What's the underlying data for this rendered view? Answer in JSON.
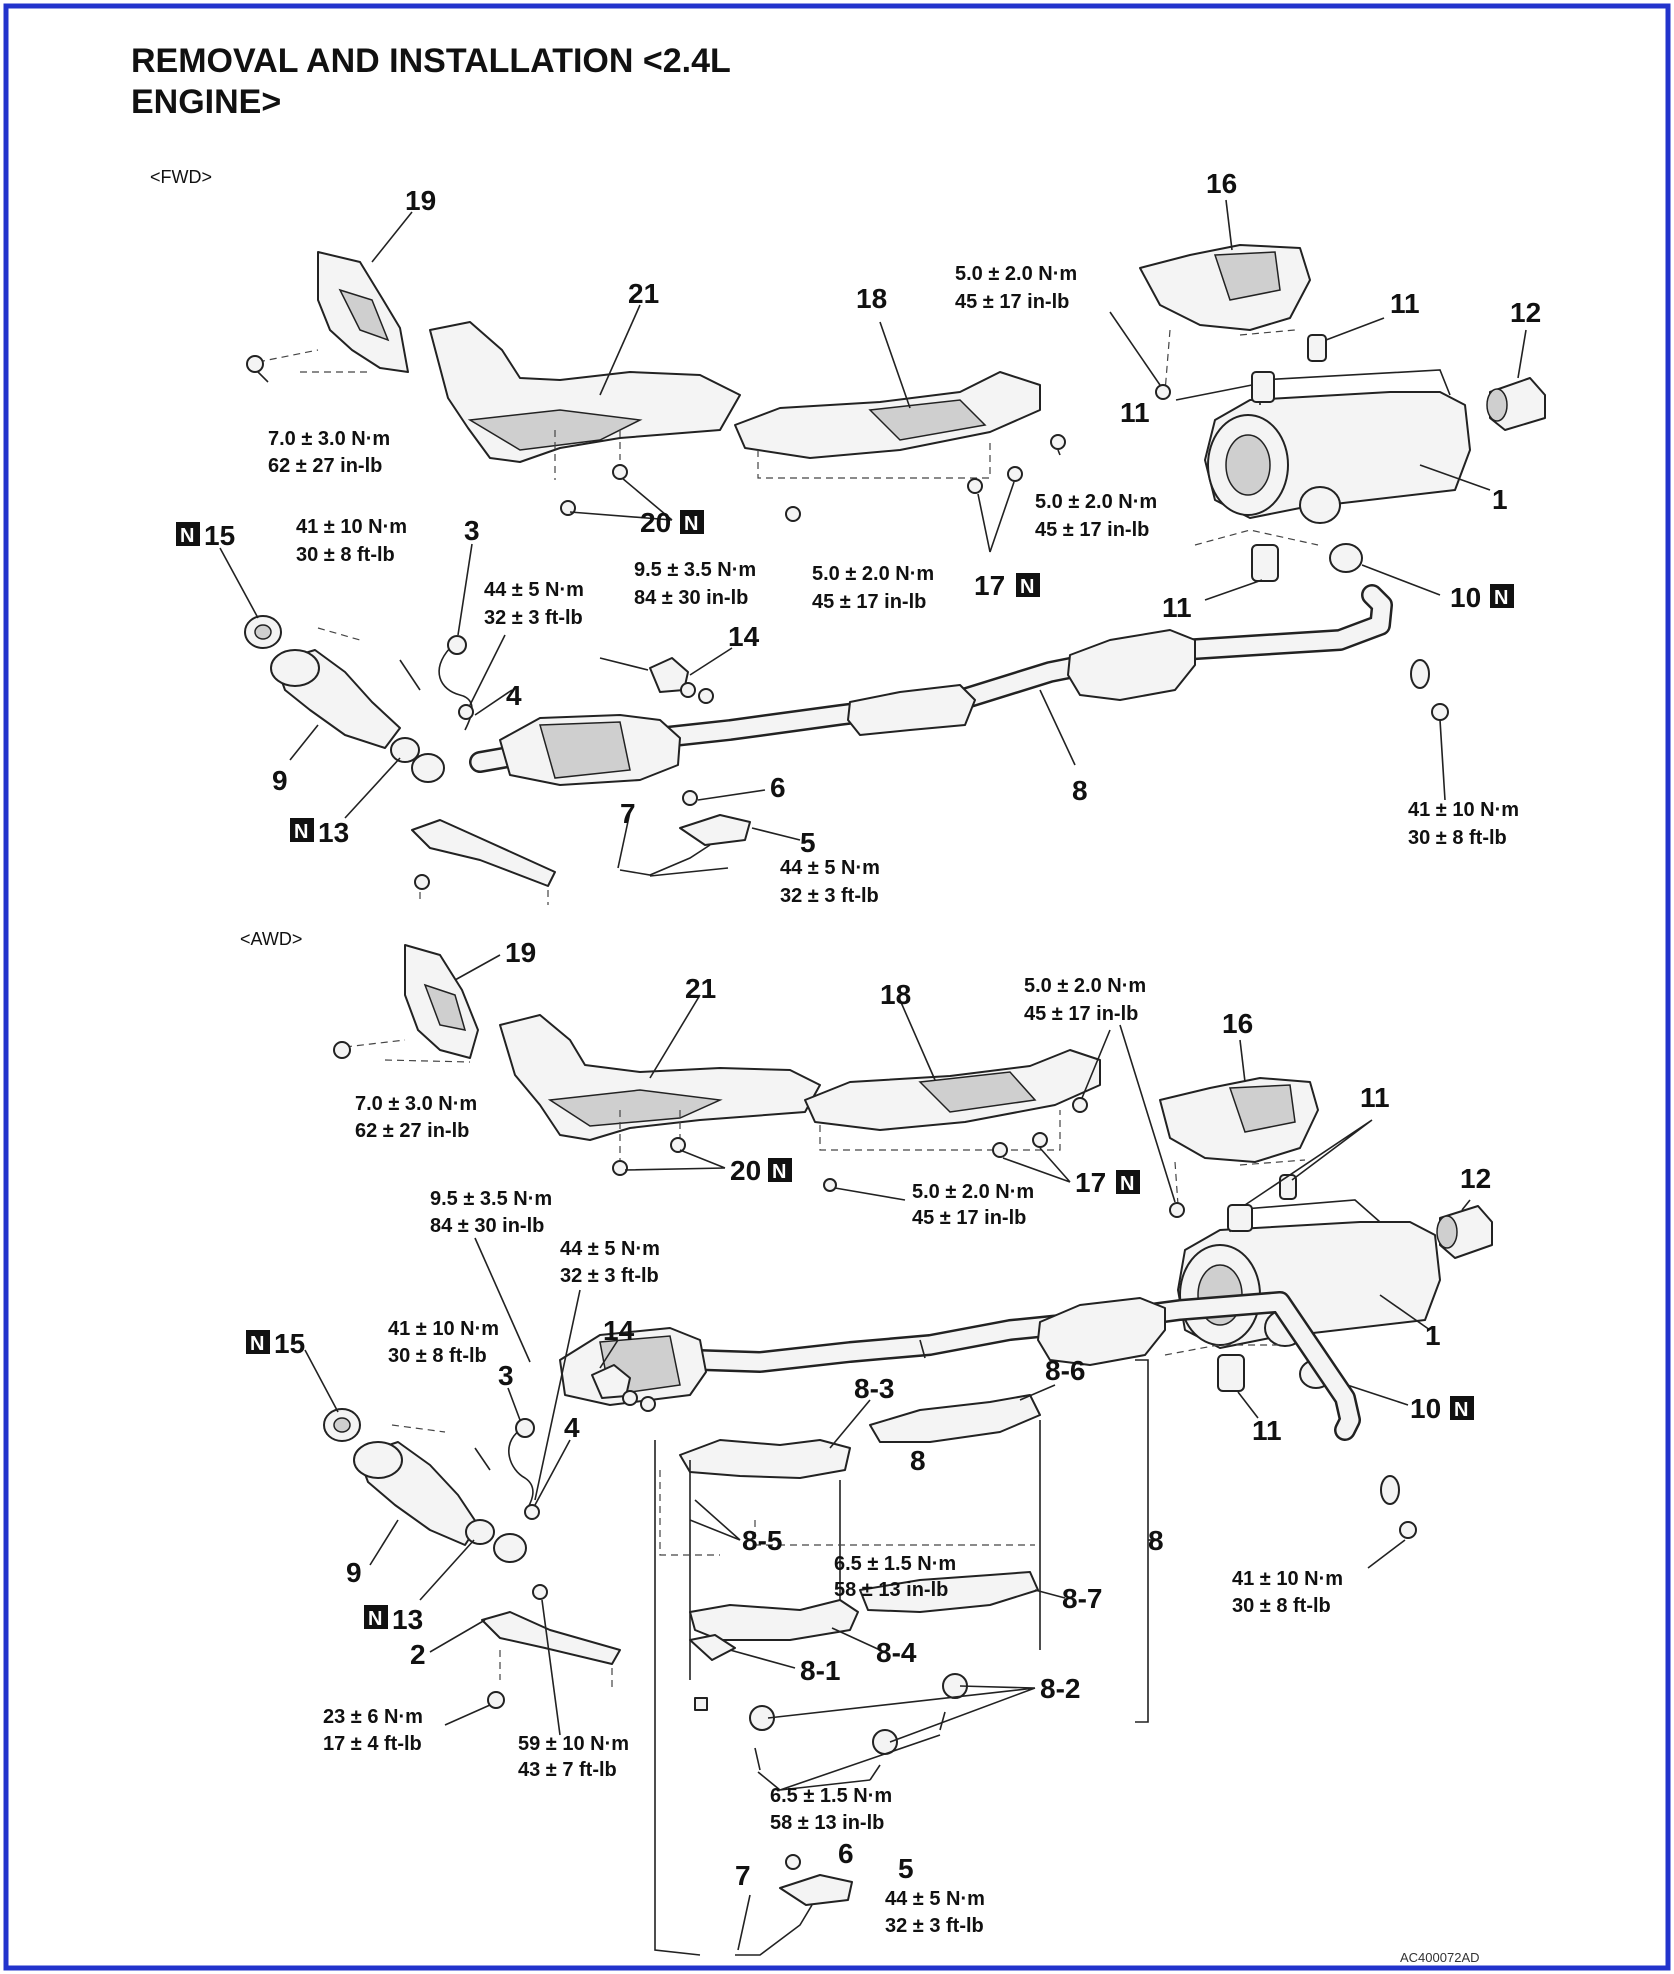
{
  "title_line1": "REMOVAL AND INSTALLATION <2.4L",
  "title_line2": "ENGINE>",
  "fwd": {
    "label": "<FWD>",
    "callouts": {
      "c19": "19",
      "c21": "21",
      "c18": "18",
      "c16": "16",
      "c11a": "11",
      "c12": "12",
      "c11b": "11",
      "c1": "1",
      "c20": "20",
      "c17": "17",
      "c11c": "11",
      "c10": "10",
      "c15": "15",
      "c3": "3",
      "c4": "4",
      "c14": "14",
      "c9": "9",
      "c13": "13",
      "c8": "8",
      "c6": "6",
      "c7": "7",
      "c5": "5"
    },
    "torques": {
      "t19": [
        "7.0 ± 3.0 N·m",
        "62 ± 27 in-lb"
      ],
      "t16": [
        "5.0 ± 2.0 N·m",
        "45 ± 17 in-lb"
      ],
      "t18r": [
        "5.0 ± 2.0 N·m",
        "45 ± 17 in-lb"
      ],
      "t18b": [
        "5.0 ± 2.0 N·m",
        "45 ± 17 in-lb"
      ],
      "t3": [
        "41 ± 10 N·m",
        "30 ± 8 ft-lb"
      ],
      "t4": [
        "44 ± 5 N·m",
        "32 ± 3 ft-lb"
      ],
      "t14": [
        "9.5 ± 3.5 N·m",
        "84 ± 30 in-lb"
      ],
      "t10": [
        "41 ± 10 N·m",
        "30 ± 8 ft-lb"
      ],
      "t5": [
        "44 ± 5 N·m",
        "32 ± 3 ft-lb"
      ]
    }
  },
  "awd": {
    "label": "<AWD>",
    "callouts": {
      "c19": "19",
      "c21": "21",
      "c18": "18",
      "c16": "16",
      "c11a": "11",
      "c12": "12",
      "c20": "20",
      "c17": "17",
      "c1": "1",
      "c11b": "11",
      "c10": "10",
      "c15": "15",
      "c14": "14",
      "c3": "3",
      "c4": "4",
      "c9": "9",
      "c13": "13",
      "c2": "2",
      "c8_3": "8-3",
      "c8_6": "8-6",
      "c8a": "8",
      "c8b": "8",
      "c8_5": "8-5",
      "c8_7": "8-7",
      "c8_4": "8-4",
      "c8_1": "8-1",
      "c8_2": "8-2",
      "c7": "7",
      "c6": "6",
      "c5": "5"
    },
    "torques": {
      "t19": [
        "7.0 ± 3.0 N·m",
        "62 ± 27 in-lb"
      ],
      "t18r": [
        "5.0 ± 2.0 N·m",
        "45 ± 17 in-lb"
      ],
      "t18b": [
        "5.0 ± 2.0 N·m",
        "45 ± 17 in-lb"
      ],
      "t14": [
        "9.5 ± 3.5 N·m",
        "84 ± 30 in-lb"
      ],
      "t4": [
        "44 ± 5 N·m",
        "32 ± 3 ft-lb"
      ],
      "t3": [
        "41 ± 10 N·m",
        "30 ± 8 ft-lb"
      ],
      "t10": [
        "41 ± 10 N·m",
        "30 ± 8 ft-lb"
      ],
      "t8_7": [
        "6.5 ± 1.5 N·m",
        "58 ± 13 in-lb"
      ],
      "t2": [
        "23 ± 6 N·m",
        "17 ± 4 ft-lb"
      ],
      "t13": [
        "59 ± 10 N·m",
        "43 ± 7 ft-lb"
      ],
      "t8_2": [
        "6.5 ± 1.5 N·m",
        "58 ± 13 in-lb"
      ],
      "t5": [
        "44 ± 5 N·m",
        "32 ± 3 ft-lb"
      ]
    }
  },
  "new_part_marker": "N",
  "figure_code": "AC400072AD"
}
